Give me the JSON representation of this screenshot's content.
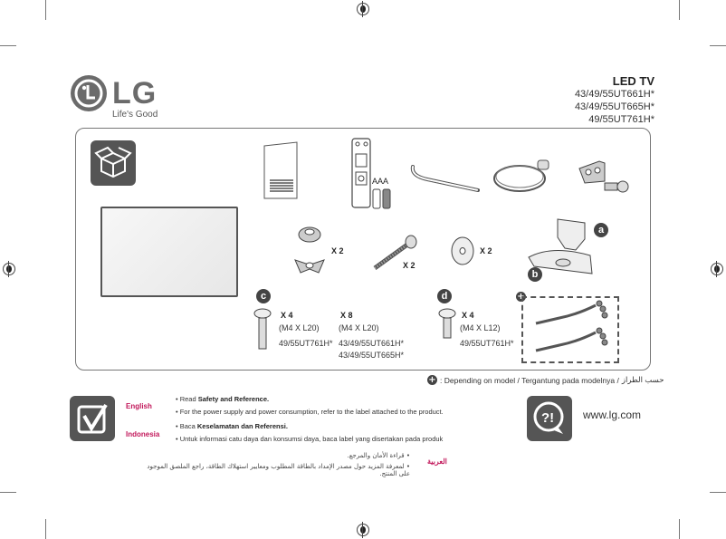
{
  "brand": {
    "name": "LG",
    "tagline": "Life's Good"
  },
  "header": {
    "title": "LED TV",
    "models": [
      "43/49/55UT661H*",
      "43/49/55UT665H*",
      "49/55UT761H*"
    ]
  },
  "accessories": {
    "wing_nut_qty": "X 2",
    "bolt_qty": "X 2",
    "washer_qty": "X 2",
    "battery_label": "AAA",
    "stand_labels": [
      "a",
      "b"
    ],
    "screws": [
      {
        "badge": "c",
        "qty": "X 4",
        "spec": "(M4 X L20)",
        "models": [
          "49/55UT761H*"
        ]
      },
      {
        "badge": "",
        "qty": "X 8",
        "spec": "(M4 X L20)",
        "models": [
          "43/49/55UT661H*",
          "43/49/55UT665H*"
        ]
      },
      {
        "badge": "d",
        "qty": "X 4",
        "spec": "(M4 X L12)",
        "models": [
          "49/55UT761H*"
        ]
      }
    ]
  },
  "footnote": {
    "text": ": Depending on model / Tergantung pada modelnya / ",
    "arabic": "حسب الطراز"
  },
  "info": {
    "languages": [
      {
        "name": "English",
        "lines": [
          {
            "pre": "• Read ",
            "bold": "Safety and Reference.",
            "post": ""
          },
          {
            "pre": "• For the power supply and power consumption, refer to the label attached to the product.",
            "bold": "",
            "post": ""
          }
        ]
      },
      {
        "name": "Indonesia",
        "lines": [
          {
            "pre": "• Baca ",
            "bold": "Keselamatan dan Referensi.",
            "post": ""
          },
          {
            "pre": "• Untuk informasi catu daya dan konsumsi daya, baca label yang disertakan pada produk",
            "bold": "",
            "post": ""
          }
        ]
      },
      {
        "name": "العربية",
        "lines": [
          {
            "pre": "• قراءة الأمان والمرجع.",
            "bold": "",
            "post": ""
          },
          {
            "pre": "• لمعرفة المزيد حول مصدر الإمداد بالطاقة المطلوب ومعايير استهلاك الطاقة، راجع الملصق الموجود على المنتج.",
            "bold": "",
            "post": ""
          }
        ]
      }
    ],
    "website": "www.lg.com"
  }
}
